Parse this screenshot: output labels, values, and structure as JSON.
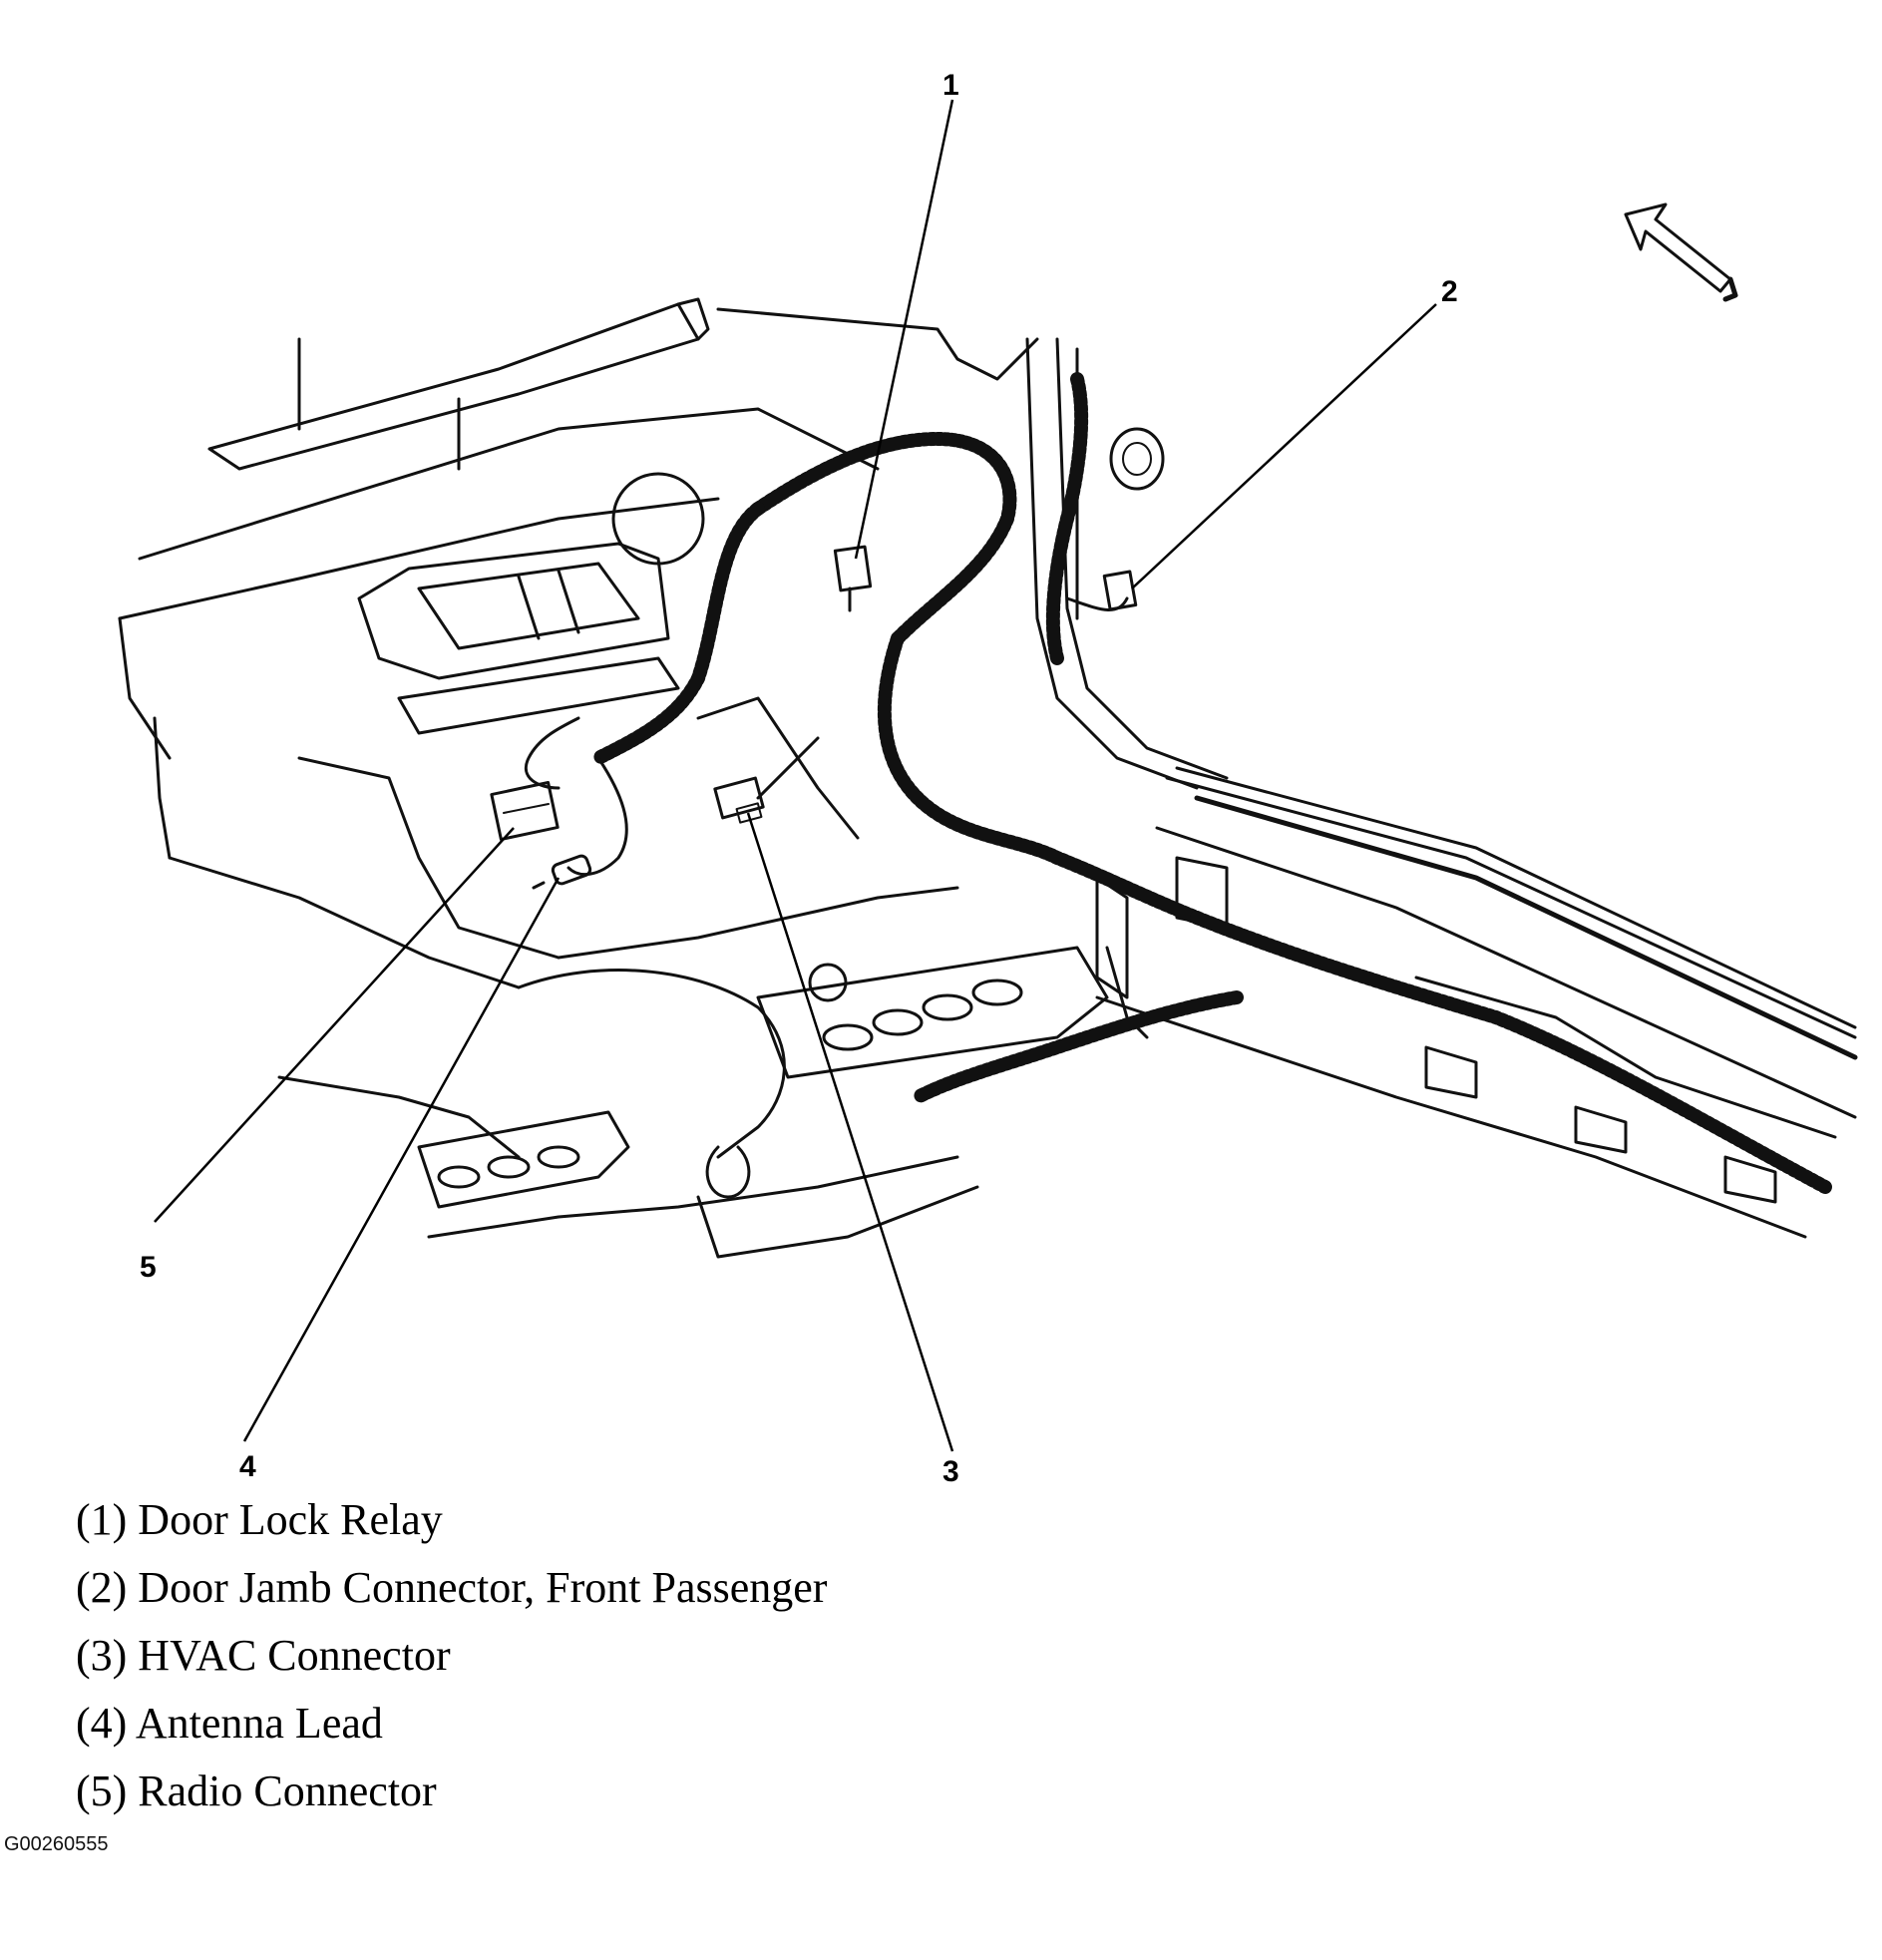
{
  "callouts": [
    {
      "number": "1",
      "label": "Door Lock Relay"
    },
    {
      "number": "2",
      "label": "Door Jamb Connector, Front Passenger"
    },
    {
      "number": "3",
      "label": "HVAC Connector"
    },
    {
      "number": "4",
      "label": "Antenna Lead"
    },
    {
      "number": "5",
      "label": "Radio Connector"
    }
  ],
  "legend": [
    "(1) Door Lock Relay",
    "(2) Door Jamb Connector, Front Passenger",
    "(3) HVAC Connector",
    "(4) Antenna Lead",
    "(5) Radio Connector"
  ],
  "figure_id": "G00260555",
  "icons": {
    "direction": "forward-direction-arrow-icon"
  }
}
